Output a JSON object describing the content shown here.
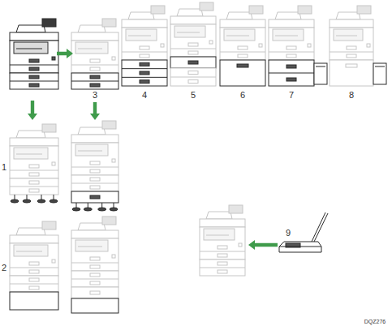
{
  "diagram": {
    "labels": [
      "1",
      "2",
      "3",
      "4",
      "5",
      "6",
      "7",
      "8",
      "9",
      "DQZ276"
    ]
  }
}
